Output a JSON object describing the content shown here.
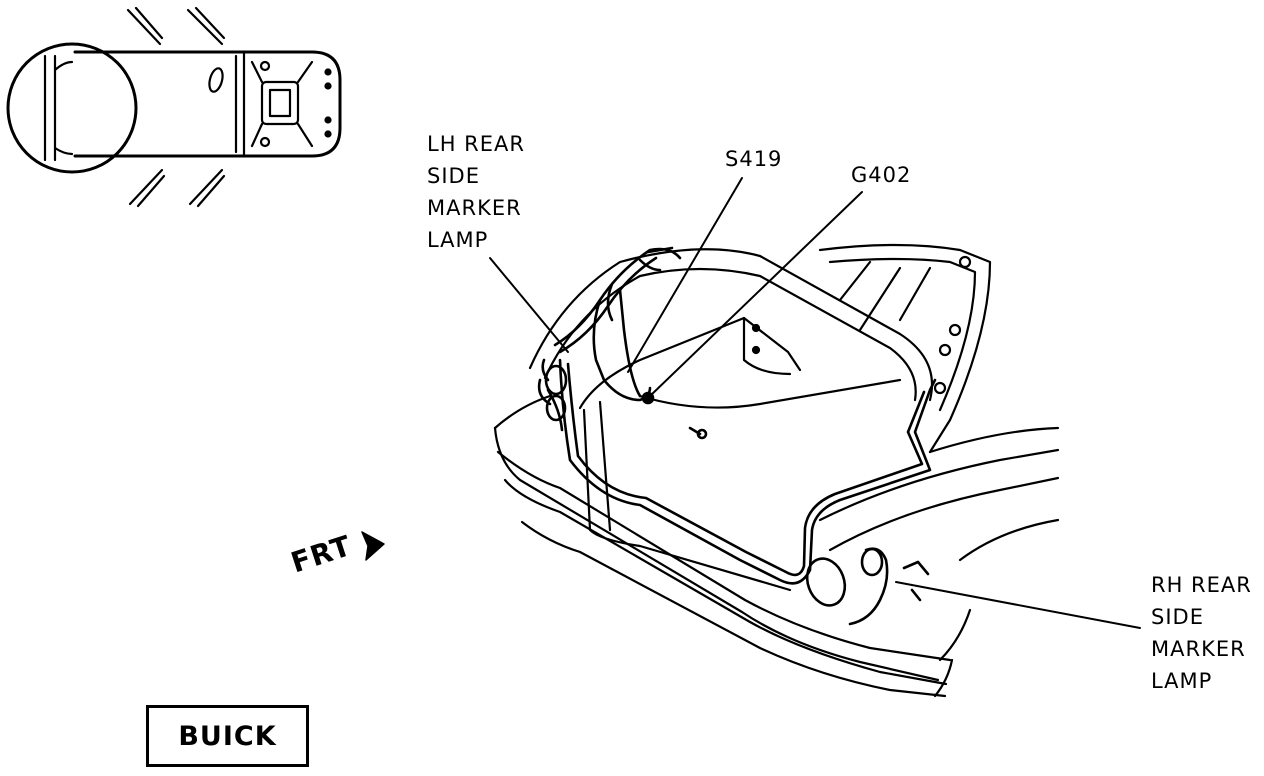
{
  "labels": {
    "lh_rear_side_marker_lamp": [
      "LH REAR",
      "SIDE",
      "MARKER",
      "LAMP"
    ],
    "s419": "S419",
    "g402": "G402",
    "rh_rear_side_marker_lamp": [
      "RH REAR",
      "SIDE",
      "MARKER",
      "LAMP"
    ],
    "front_direction": "FRT",
    "make_badge": "BUICK"
  },
  "colors": {
    "ink": "#000000",
    "background": "#ffffff"
  },
  "icons": {
    "front_direction_arrow": "arrow-right-icon",
    "vehicle_locator": "vehicle-top-view-icon"
  }
}
